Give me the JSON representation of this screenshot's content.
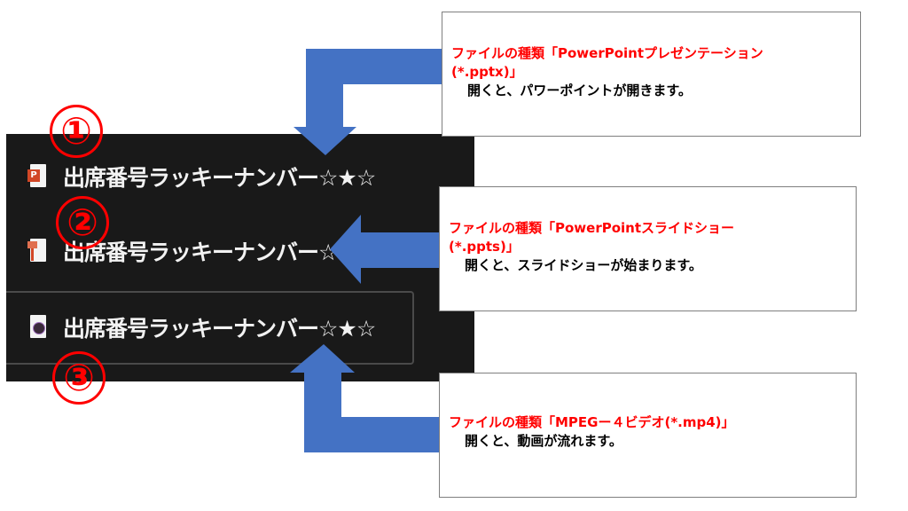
{
  "files": [
    {
      "name": "出席番号ラッキーナンバー☆★☆",
      "type": "pptx",
      "marker": "①"
    },
    {
      "name": "出席番号ラッキーナンバー☆",
      "type": "ppts",
      "marker": "②"
    },
    {
      "name": "出席番号ラッキーナンバー☆★☆",
      "type": "mp4",
      "marker": "③"
    }
  ],
  "callouts": [
    {
      "title_line1": "ファイルの種類「PowerPointプレゼンテーション",
      "title_line2": "(*.pptx)」",
      "desc": "開くと、パワーポイントが開きます。"
    },
    {
      "title_line1": "ファイルの種類「PowerPointスライドショー",
      "title_line2": "(*.ppts)」",
      "desc": "開くと、スライドショーが始まります。"
    },
    {
      "title_line1": "ファイルの種類「MPEGー４ビデオ(*.mp4)」",
      "desc": "開くと、動画が流れます。"
    }
  ],
  "colors": {
    "arrow": "#4472c4",
    "marker": "#ff0000",
    "panel": "#191919"
  }
}
